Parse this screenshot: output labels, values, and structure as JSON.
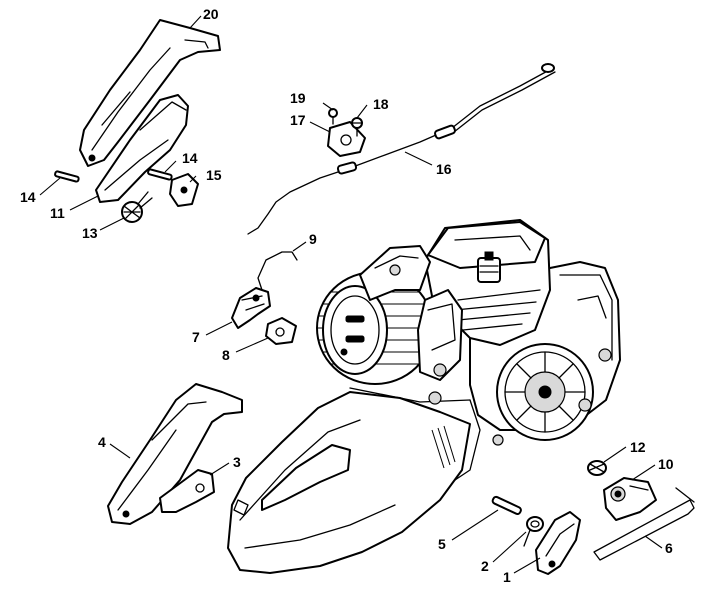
{
  "callouts": [
    {
      "id": "1",
      "label": "1"
    },
    {
      "id": "2",
      "label": "2"
    },
    {
      "id": "3",
      "label": "3"
    },
    {
      "id": "4",
      "label": "4"
    },
    {
      "id": "5",
      "label": "5"
    },
    {
      "id": "6",
      "label": "6"
    },
    {
      "id": "7",
      "label": "7"
    },
    {
      "id": "8",
      "label": "8"
    },
    {
      "id": "9",
      "label": "9"
    },
    {
      "id": "10",
      "label": "10"
    },
    {
      "id": "11",
      "label": "11"
    },
    {
      "id": "12",
      "label": "12"
    },
    {
      "id": "13",
      "label": "13"
    },
    {
      "id": "14a",
      "label": "14"
    },
    {
      "id": "14b",
      "label": "14"
    },
    {
      "id": "15",
      "label": "15"
    },
    {
      "id": "16",
      "label": "16"
    },
    {
      "id": "17",
      "label": "17"
    },
    {
      "id": "18",
      "label": "18"
    },
    {
      "id": "19",
      "label": "19"
    },
    {
      "id": "20",
      "label": "20"
    }
  ]
}
